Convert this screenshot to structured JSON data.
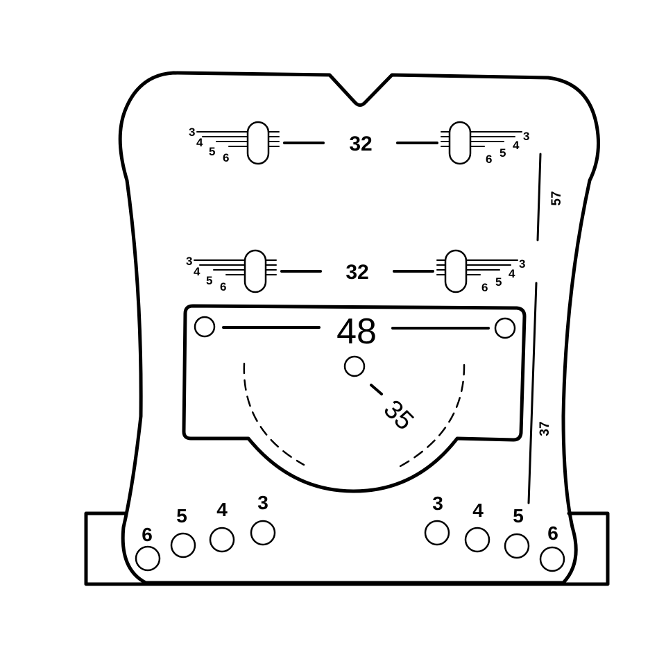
{
  "diagram": {
    "colors": {
      "stroke": "#000000",
      "background": "#ffffff"
    },
    "upper_row": {
      "spacing_label": "32",
      "left_string_labels": [
        "3",
        "4",
        "5",
        "6"
      ],
      "right_string_labels": [
        "3",
        "4",
        "5",
        "6"
      ]
    },
    "middle_row": {
      "spacing_label": "32",
      "left_string_labels": [
        "3",
        "4",
        "5",
        "6"
      ],
      "right_string_labels": [
        "3",
        "4",
        "5",
        "6"
      ]
    },
    "plate": {
      "width_label": "48",
      "radius_label": "35"
    },
    "side_dimensions": {
      "upper": "57",
      "lower": "37"
    },
    "bottom_holes": {
      "left_labels": [
        "6",
        "5",
        "4",
        "3"
      ],
      "right_labels": [
        "3",
        "4",
        "5",
        "6"
      ]
    }
  }
}
